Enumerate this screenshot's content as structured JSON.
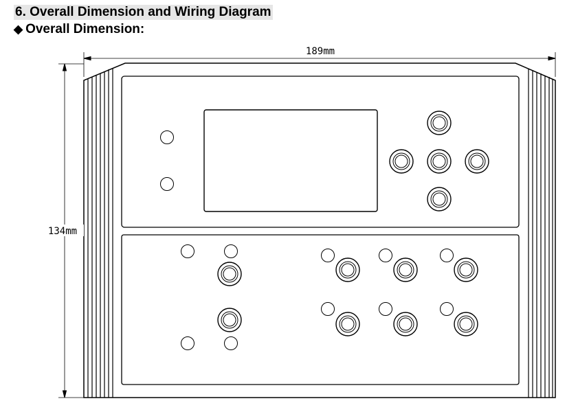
{
  "header": {
    "section_title": "6. Overall Dimension and Wiring Diagram",
    "subsection_bullet": "◆",
    "subsection_title": "Overall Dimension:"
  },
  "dimensions": {
    "width_label": "189mm",
    "height_label": "134mm"
  }
}
